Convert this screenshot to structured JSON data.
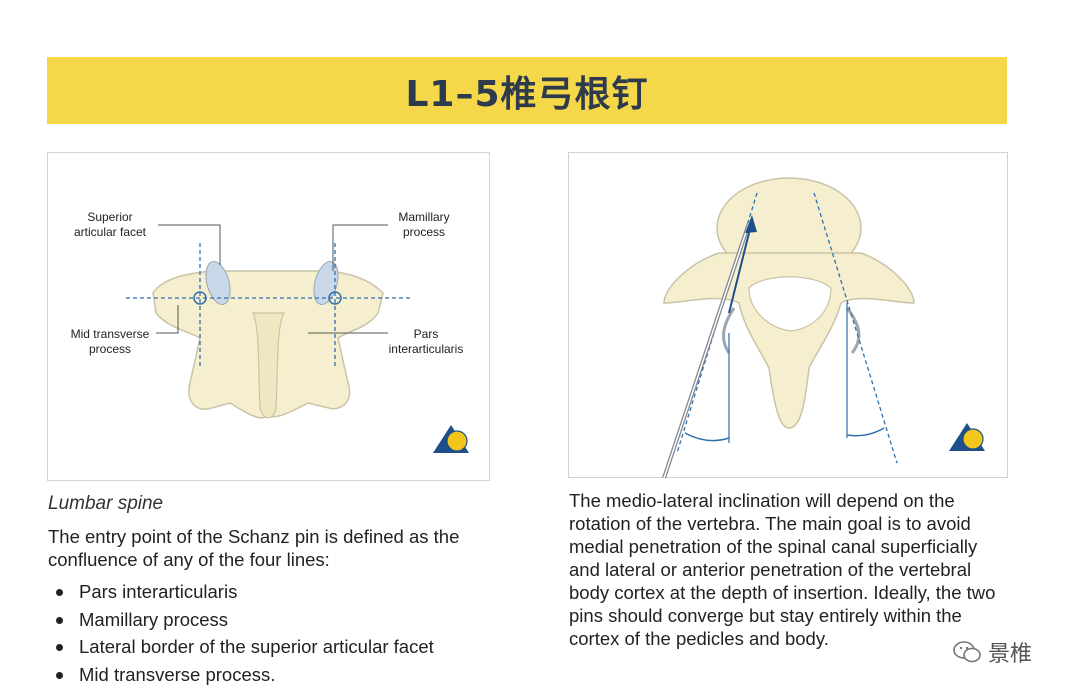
{
  "banner": {
    "title": "L1–5椎弓根钉"
  },
  "figure_left": {
    "labels": {
      "superior_line1": "Superior",
      "superior_line2": "articular facet",
      "mamillary_line1": "Mamillary",
      "mamillary_line2": "process",
      "midtrans_line1": "Mid transverse",
      "midtrans_line2": "process",
      "pars_line1": "Pars",
      "pars_line2": "interarticularis"
    }
  },
  "left_text": {
    "caption": "Lumbar spine",
    "paragraph": "The entry point of the Schanz pin is defined as the confluence of any of the four lines:",
    "bullets": [
      "Pars interarticularis",
      "Mamillary process",
      "Lateral border of the superior articular facet",
      "Mid transverse process."
    ]
  },
  "right_text": {
    "paragraph": "The medio-lateral inclination will depend on the rotation of the vertebra. The main goal is to avoid medial penetration of the spinal canal superficially and lateral or anterior penetration of the vertebral body cortex at the depth of insertion. Ideally, the two pins should converge but stay entirely within the cortex of the pedicles and body."
  },
  "watermark": {
    "text": "景椎",
    "icon": "wechat-icon"
  },
  "colors": {
    "banner": "#f5d84a",
    "bone": "#f6efcf",
    "guide_line": "#2f6fad"
  }
}
